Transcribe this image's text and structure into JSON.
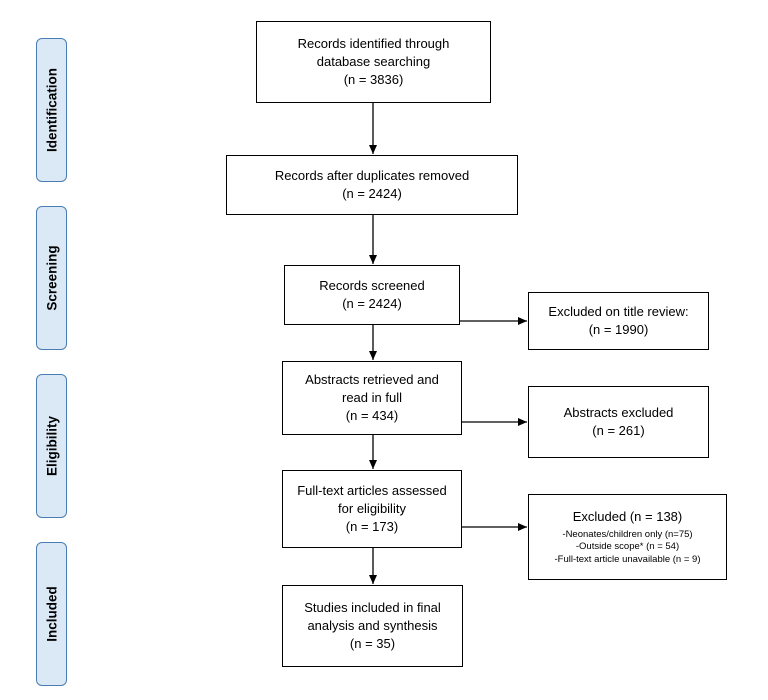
{
  "phases": {
    "identification": "Identification",
    "screening": "Screening",
    "eligibility": "Eligibility",
    "included": "Included"
  },
  "boxes": {
    "identified": {
      "line1": "Records identified through",
      "line2": "database searching",
      "count": "(n = 3836)"
    },
    "duplicates": {
      "line1": "Records after duplicates removed",
      "count": "(n = 2424)"
    },
    "screened": {
      "line1": "Records screened",
      "count": "(n = 2424)"
    },
    "excluded_title": {
      "line1": "Excluded on title review:",
      "count": "(n = 1990)"
    },
    "abstracts": {
      "line1": "Abstracts retrieved and",
      "line2": "read in full",
      "count": "(n = 434)"
    },
    "abstracts_excluded": {
      "line1": "Abstracts excluded",
      "count": "(n = 261)"
    },
    "fulltext": {
      "line1": "Full-text articles assessed",
      "line2": "for eligibility",
      "count": "(n = 173)"
    },
    "excluded_fulltext": {
      "title": "Excluded (n = 138)",
      "reasons": [
        "-Neonates/children only (n=75)",
        "-Outside scope* (n = 54)",
        "-Full-text article unavailable (n = 9)"
      ]
    },
    "included": {
      "line1": "Studies included in final",
      "line2": "analysis and synthesis",
      "count": "(n = 35)"
    }
  }
}
